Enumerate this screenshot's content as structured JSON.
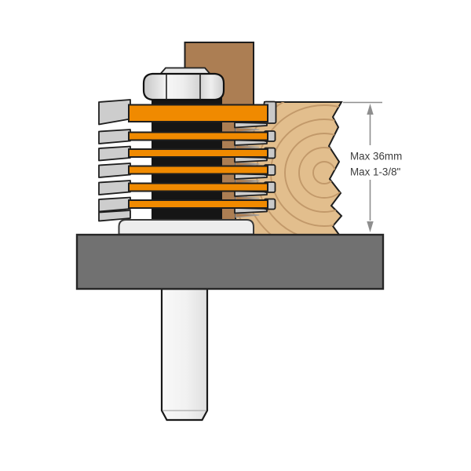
{
  "illustration": {
    "name": "finger-joint-router-bit-cutting-depth-diagram",
    "annotation": {
      "line1": "Max 36mm",
      "line2": "Max 1-3/8\""
    }
  },
  "colors": {
    "orange": "#F08A00",
    "wood": "#E2BE8D",
    "ring": "#C2996A",
    "brown": "#AC7E53",
    "steel": "#151515",
    "blade": "#CDCDCD",
    "table": "#717171",
    "outline": "#1E1E1E",
    "dim": "#8E8E8E",
    "text": "#3D3D3D",
    "plate": "#EDEDED",
    "shank": "#F2F2F2"
  }
}
